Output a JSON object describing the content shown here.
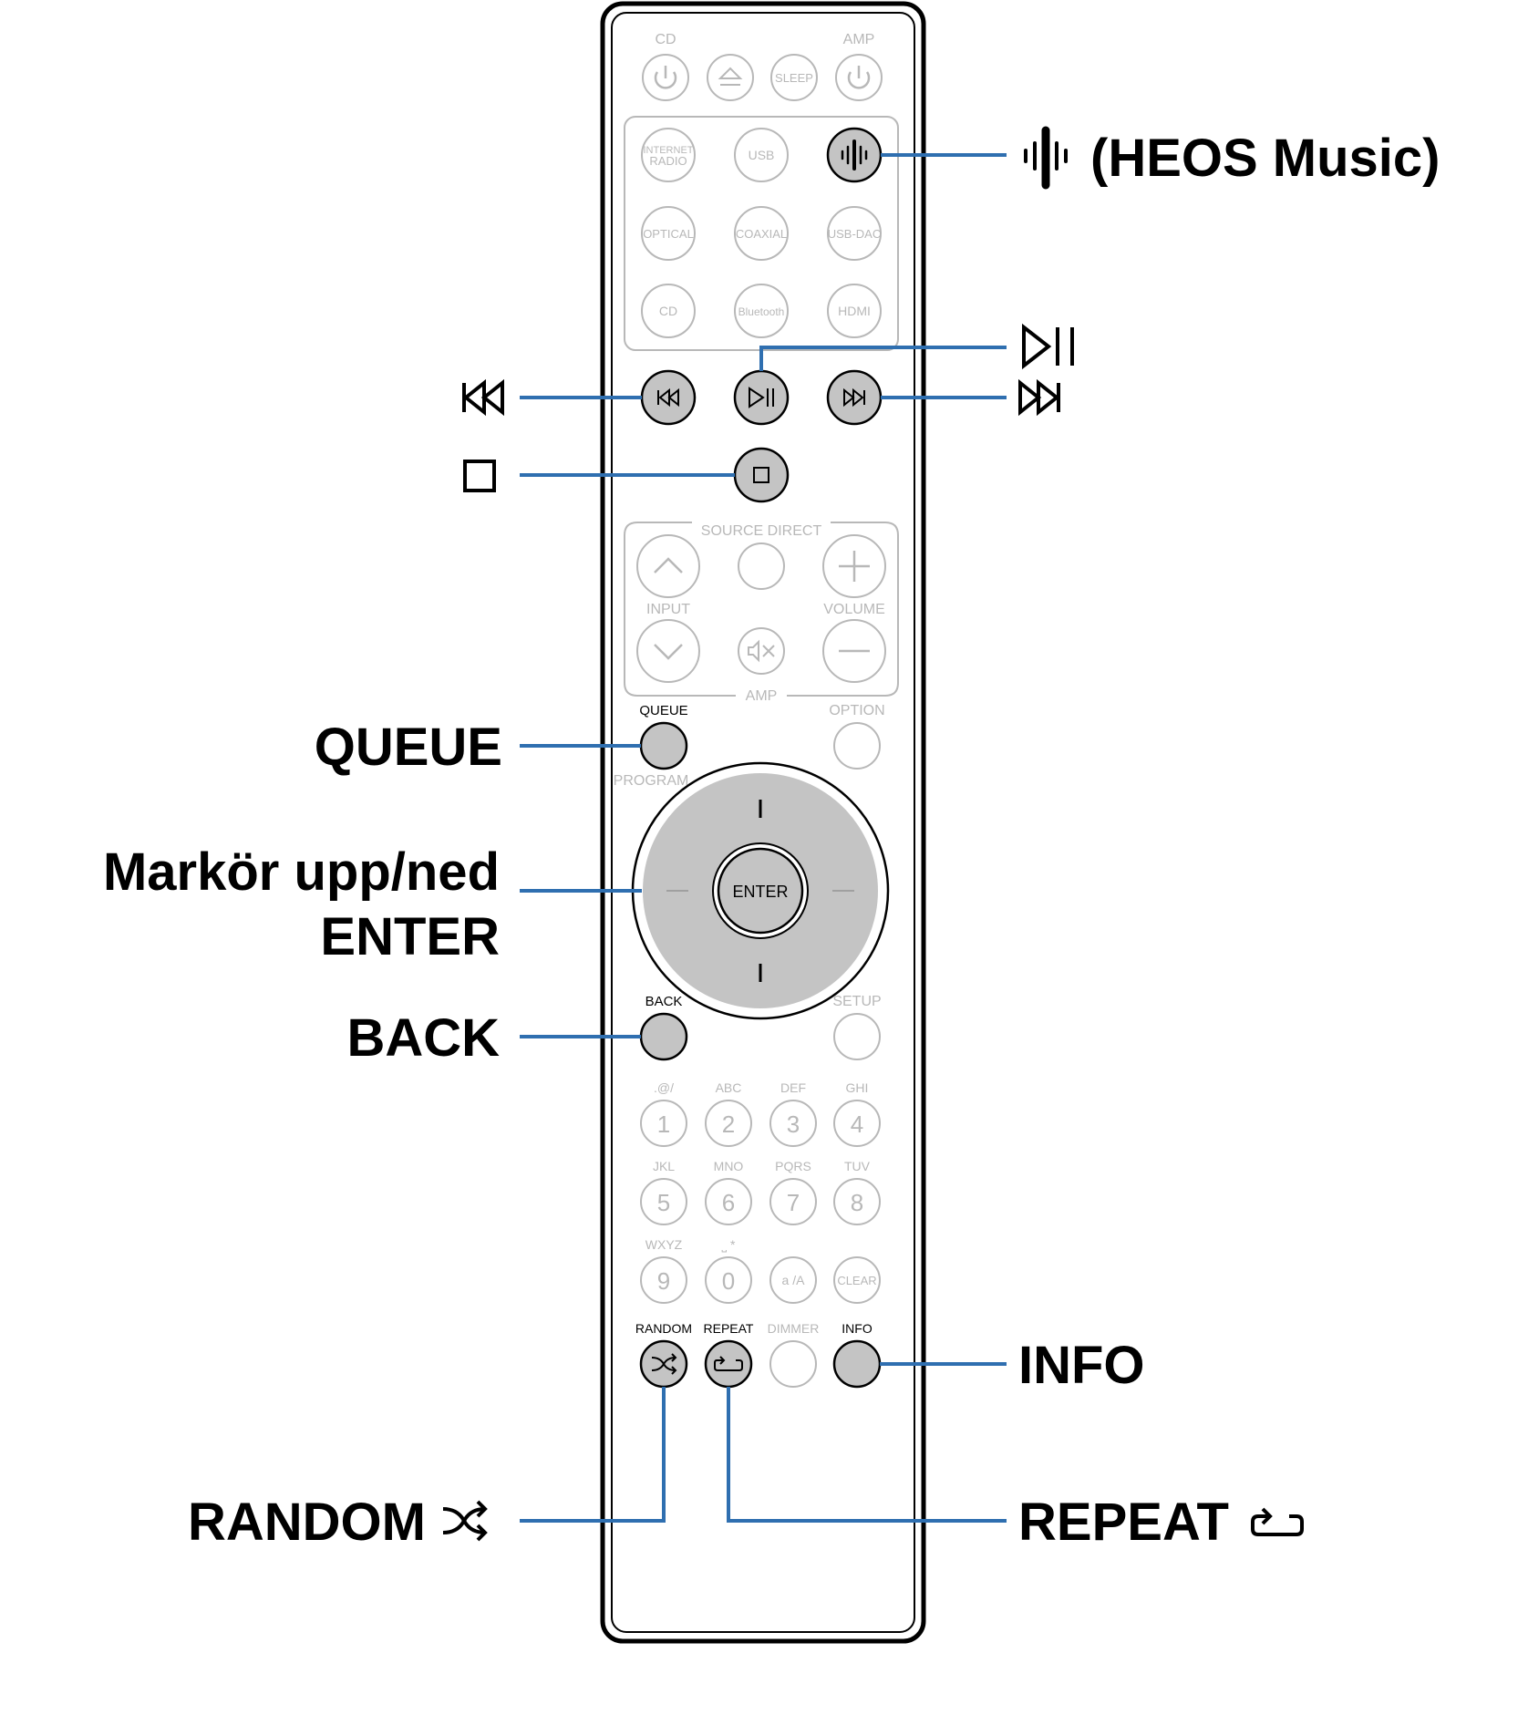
{
  "remote": {
    "top_labels": {
      "cd": "CD",
      "amp": "AMP"
    },
    "sleep": "SLEEP",
    "inputs": {
      "internet_radio_l1": "INTERNET",
      "internet_radio_l2": "RADIO",
      "usb": "USB",
      "optical": "OPTICAL",
      "coaxial": "COAXIAL",
      "usb_dac": "USB-DAC",
      "cd": "CD",
      "bluetooth": "Bluetooth",
      "hdmi": "HDMI"
    },
    "amp_panel": {
      "source_direct": "SOURCE DIRECT",
      "input": "INPUT",
      "volume": "VOLUME",
      "amp": "AMP"
    },
    "queue": "QUEUE",
    "option": "OPTION",
    "program": "PROGRAM",
    "enter": "ENTER",
    "back": "BACK",
    "setup": "SETUP",
    "keypad": [
      {
        "sub": ".@/",
        "num": "1"
      },
      {
        "sub": "ABC",
        "num": "2"
      },
      {
        "sub": "DEF",
        "num": "3"
      },
      {
        "sub": "GHI",
        "num": "4"
      },
      {
        "sub": "JKL",
        "num": "5"
      },
      {
        "sub": "MNO",
        "num": "6"
      },
      {
        "sub": "PQRS",
        "num": "7"
      },
      {
        "sub": "TUV",
        "num": "8"
      },
      {
        "sub": "WXYZ",
        "num": "9"
      },
      {
        "sub": "⎵ *",
        "num": "0"
      },
      {
        "sub": "",
        "num": "a /A"
      },
      {
        "sub": "",
        "num": "CLEAR"
      }
    ],
    "bottom_row": {
      "random": "RANDOM",
      "repeat": "REPEAT",
      "dimmer": "DIMMER",
      "info": "INFO"
    }
  },
  "callouts": {
    "heos": "(HEOS Music)",
    "queue": "QUEUE",
    "cursor_l1": "Markör upp/ned",
    "cursor_l2": "ENTER",
    "back": "BACK",
    "info": "INFO",
    "random": "RANDOM",
    "repeat": "REPEAT"
  },
  "colors": {
    "leader_line": "#2f6fb0",
    "highlight_button": "#c4c4c4",
    "faded_outline": "#b8b8b8"
  }
}
